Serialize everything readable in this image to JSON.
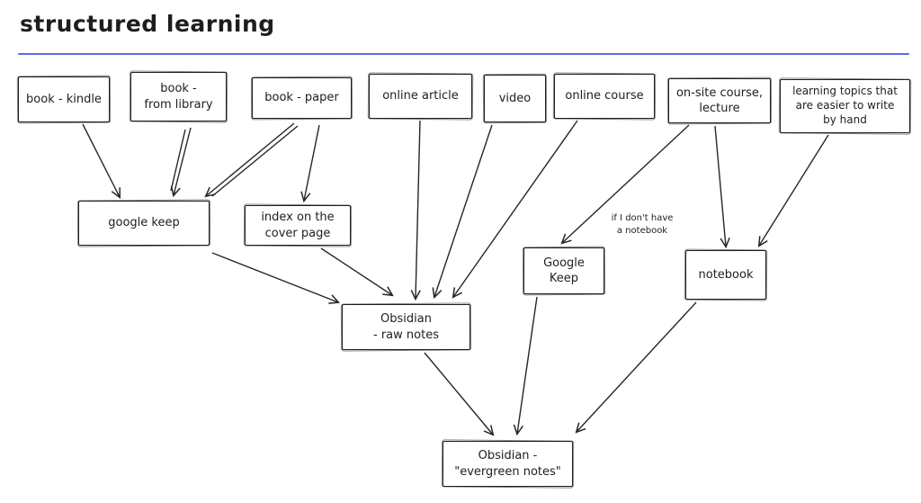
{
  "title": "structured learning",
  "colors": {
    "stroke": "#1f1f1f",
    "divider_blue": "#5b6fdb",
    "background": "#ffffff"
  },
  "nodes": {
    "book_kindle": "book - kindle",
    "book_from_library": "book -\nfrom library",
    "book_paper": "book - paper",
    "online_article": "online article",
    "video": "video",
    "online_course": "online course",
    "onsite_course": "on-site course,\nlecture",
    "learning_topics": "learning topics that\nare easier to write\nby hand",
    "google_keep_capture": "google keep",
    "index_cover_page": "index on the\ncover page",
    "google_keep_secondary": "Google\nKeep",
    "notebook": "notebook",
    "obsidian_raw": "Obsidian\n- raw notes",
    "obsidian_evergreen": "Obsidian -\n\"evergreen notes\""
  },
  "annotation": "if I don't have\na notebook",
  "edges": [
    {
      "from": "book - kindle",
      "to": "google keep",
      "label": ""
    },
    {
      "from": "book - from library",
      "to": "google keep",
      "label": ""
    },
    {
      "from": "book - paper",
      "to": "google keep",
      "label": ""
    },
    {
      "from": "book - paper",
      "to": "index on the cover page",
      "label": ""
    },
    {
      "from": "online article",
      "to": "Obsidian - raw notes",
      "label": ""
    },
    {
      "from": "video",
      "to": "Obsidian - raw notes",
      "label": ""
    },
    {
      "from": "online course",
      "to": "Obsidian - raw notes",
      "label": ""
    },
    {
      "from": "on-site course, lecture",
      "to": "Google Keep",
      "label": "if I don't have a notebook"
    },
    {
      "from": "on-site course, lecture",
      "to": "notebook",
      "label": ""
    },
    {
      "from": "learning topics that are easier to write by hand",
      "to": "notebook",
      "label": ""
    },
    {
      "from": "google keep",
      "to": "Obsidian - raw notes",
      "label": ""
    },
    {
      "from": "index on the cover page",
      "to": "Obsidian - raw notes",
      "label": ""
    },
    {
      "from": "Google Keep",
      "to": "Obsidian - \"evergreen notes\"",
      "label": ""
    },
    {
      "from": "Obsidian - raw notes",
      "to": "Obsidian - \"evergreen notes\"",
      "label": ""
    },
    {
      "from": "notebook",
      "to": "Obsidian - \"evergreen notes\"",
      "label": ""
    }
  ]
}
